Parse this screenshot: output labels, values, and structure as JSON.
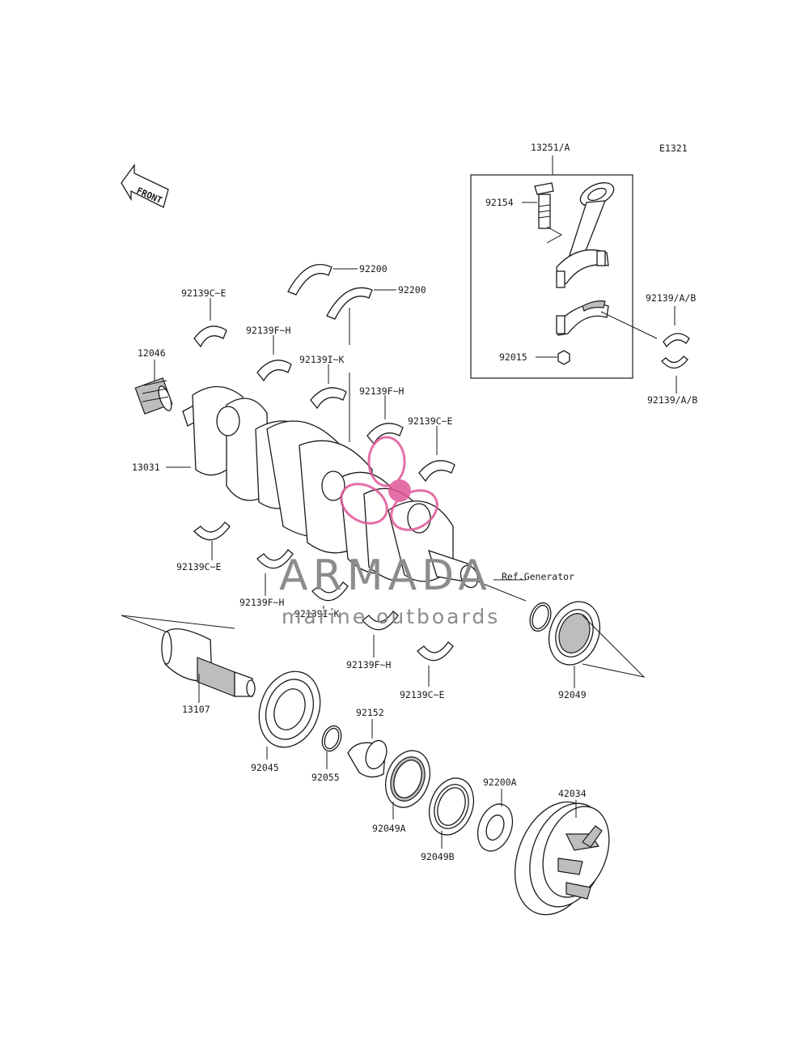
{
  "diagram_code": "E1321",
  "front_label": "FRONT",
  "watermark": {
    "brand": "ARMADA",
    "tagline": "marine outboards",
    "accent_color": "#e0569a",
    "text_color": "#8c8c8c"
  },
  "callouts": {
    "p13251": "13251/A",
    "p92154": "92154",
    "p92015": "92015",
    "p92139AB_top": "92139/A/B",
    "p92139AB_bot": "92139/A/B",
    "p92200_a": "92200",
    "p92200_b": "92200",
    "p92139CE_1": "92139C~E",
    "p92139FH_1": "92139F~H",
    "p92139IK_1": "92139I~K",
    "p92139FH_2": "92139F~H",
    "p92139CE_2": "92139C~E",
    "p12046": "12046",
    "p13031": "13031",
    "p92139CE_3": "92139C~E",
    "p92139FH_3": "92139F~H",
    "p92139IK_2": "92139I~K",
    "p92139FH_4": "92139F~H",
    "p92139CE_4": "92139C~E",
    "ref_generator": "Ref.Generator",
    "p92049": "92049",
    "p13107": "13107",
    "p92045": "92045",
    "p92055": "92055",
    "p92152": "92152",
    "p92049A": "92049A",
    "p92049B": "92049B",
    "p92200A": "92200A",
    "p42034": "42034"
  }
}
